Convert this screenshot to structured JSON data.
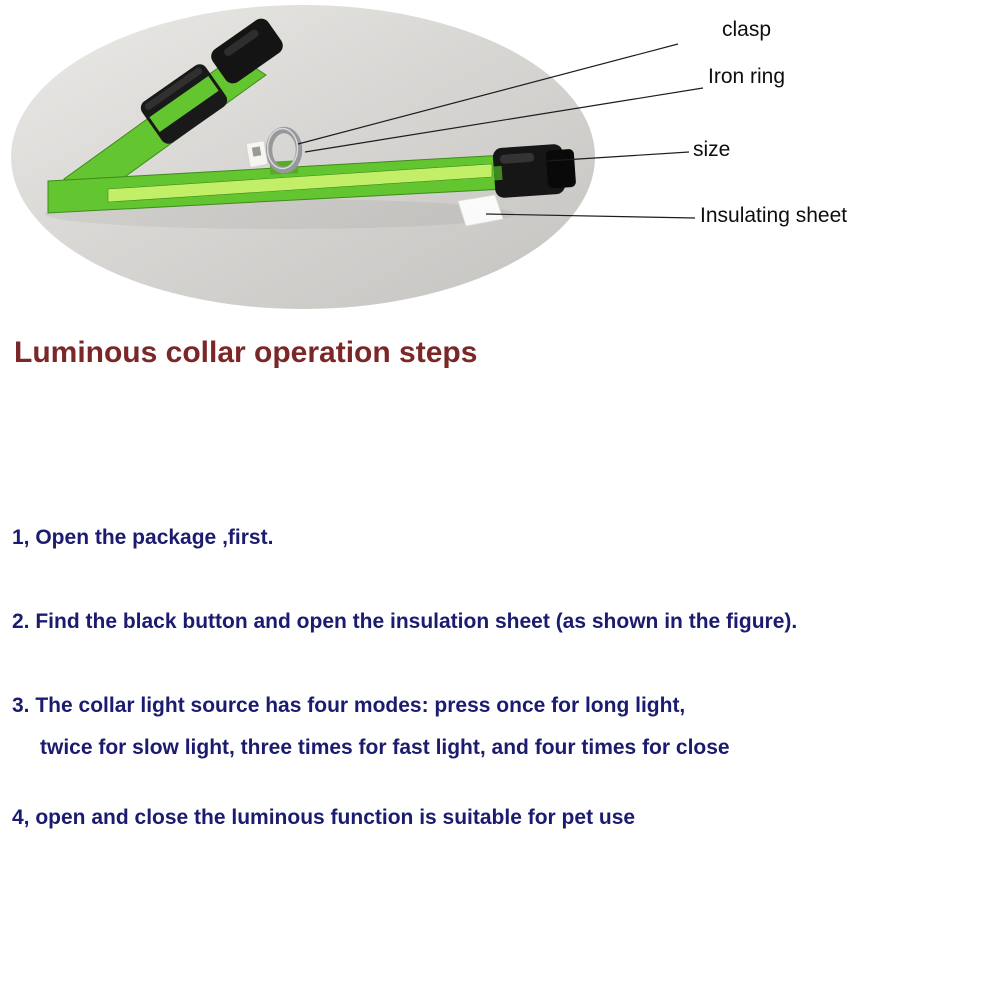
{
  "diagram": {
    "labels": {
      "clasp": "clasp",
      "iron_ring": "Iron ring",
      "size": "size",
      "insulating_sheet": "Insulating sheet"
    }
  },
  "heading": {
    "title": "Luminous collar operation steps"
  },
  "steps": {
    "step1": "1, Open the package ,first.",
    "step2": "2. Find the black button and open the insulation sheet (as shown in the figure).",
    "step3_line1": "3. The collar light source has four modes: press once for long light,",
    "step3_line2": "twice for slow light, three times for fast light, and four times for close",
    "step4": "4, open and close the luminous function is suitable for pet use"
  },
  "colors": {
    "heading": "#7c2727",
    "steps": "#1b1b6f",
    "label": "#0e0e0e",
    "collar-green": "#63c52f",
    "collar-green-dark": "#3f8a1e",
    "led-strip": "#c3ef68",
    "photo_bg": "#d7d5d2"
  }
}
